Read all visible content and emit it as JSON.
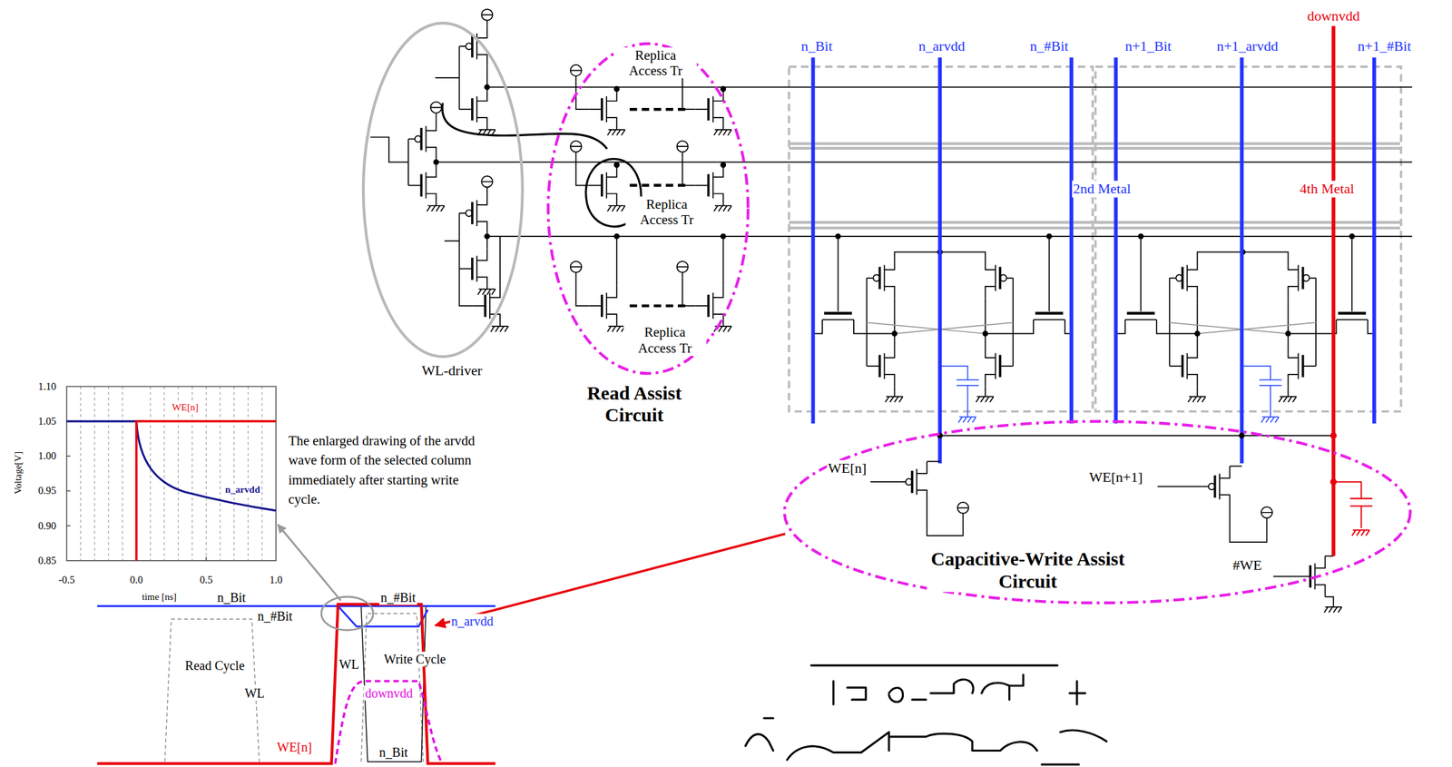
{
  "diagram": {
    "nodes": [
      {
        "text": [
          "WL-driver"
        ]
      },
      {
        "text": [
          "Read Assist Circuit"
        ]
      },
      {
        "text": [
          "Capacitive-Write Assist Circuit"
        ]
      }
    ],
    "labels": [
      "downvdd",
      "n_Bit",
      "n_arvdd",
      "n_#Bit",
      "n+1_Bit",
      "n+1_arvdd",
      "n+1_#Bit",
      "Replica Access Tr",
      "Replica Access Tr",
      "Replica Access Tr",
      "2nd Metal",
      "4th Metal",
      "WE[n]",
      "WE[n+1]",
      "#WE",
      "1.10",
      "1.05",
      "1.00",
      "0.95",
      "0.90",
      "0.85",
      "-0.5",
      "0.0",
      "0.5",
      "1.0",
      "Voltage[V]",
      "time [ns]",
      "WE[n]",
      "n_arvdd",
      "The enlarged drawing of the arvdd wave form of the selected column immediately after starting write cycle.",
      "n_Bit",
      "n_#Bit",
      "n_#Bit",
      "Read Cycle",
      "WL",
      "WL",
      "Write Cycle",
      "n_arvdd",
      "downvdd",
      "WE[n]",
      "n_Bit"
    ]
  }
}
